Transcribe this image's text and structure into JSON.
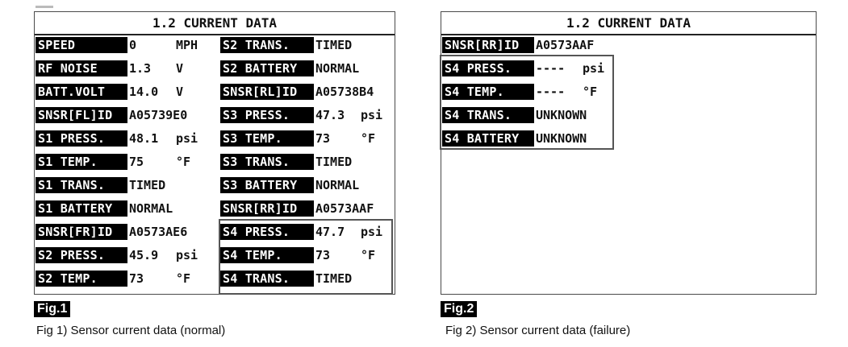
{
  "fig1": {
    "title": "1.2 CURRENT DATA",
    "left_rows": [
      {
        "label": "SPEED",
        "value": "0",
        "unit": "MPH"
      },
      {
        "label": "RF NOISE",
        "value": "1.3",
        "unit": "V"
      },
      {
        "label": "BATT.VOLT",
        "value": "14.0",
        "unit": "V"
      },
      {
        "label": "SNSR[FL]ID",
        "value": "A05739E0",
        "unit": ""
      },
      {
        "label": "S1 PRESS.",
        "value": "48.1",
        "unit": "psi"
      },
      {
        "label": "S1 TEMP.",
        "value": "75",
        "unit": "°F"
      },
      {
        "label": "S1 TRANS.",
        "value": "TIMED",
        "unit": ""
      },
      {
        "label": "S1 BATTERY",
        "value": "NORMAL",
        "unit": ""
      },
      {
        "label": "SNSR[FR]ID",
        "value": "A0573AE6",
        "unit": ""
      },
      {
        "label": "S2 PRESS.",
        "value": "45.9",
        "unit": "psi"
      },
      {
        "label": "S2 TEMP.",
        "value": "73",
        "unit": "°F"
      }
    ],
    "right_rows": [
      {
        "label": "S2 TRANS.",
        "value": "TIMED",
        "unit": ""
      },
      {
        "label": "S2 BATTERY",
        "value": "NORMAL",
        "unit": ""
      },
      {
        "label": "SNSR[RL]ID",
        "value": "A05738B4",
        "unit": ""
      },
      {
        "label": "S3 PRESS.",
        "value": "47.3",
        "unit": "psi"
      },
      {
        "label": "S3 TEMP.",
        "value": "73",
        "unit": "°F"
      },
      {
        "label": "S3 TRANS.",
        "value": "TIMED",
        "unit": ""
      },
      {
        "label": "S3 BATTERY",
        "value": "NORMAL",
        "unit": ""
      },
      {
        "label": "SNSR[RR]ID",
        "value": "A0573AAF",
        "unit": ""
      },
      {
        "label": "S4 PRESS.",
        "value": "47.7",
        "unit": "psi"
      },
      {
        "label": "S4 TEMP.",
        "value": "73",
        "unit": "°F"
      },
      {
        "label": "S4 TRANS.",
        "value": "TIMED",
        "unit": ""
      }
    ],
    "tag": "Fig.1",
    "caption": "Fig 1) Sensor current data (normal)"
  },
  "fig2": {
    "title": "1.2 CURRENT DATA",
    "rows": [
      {
        "label": "SNSR[RR]ID",
        "value": "A0573AAF",
        "unit": ""
      },
      {
        "label": "S4 PRESS.",
        "value": "----",
        "unit": "psi"
      },
      {
        "label": "S4 TEMP.",
        "value": "----",
        "unit": "°F"
      },
      {
        "label": "S4 TRANS.",
        "value": "UNKNOWN",
        "unit": ""
      },
      {
        "label": "S4 BATTERY",
        "value": "UNKNOWN",
        "unit": ""
      }
    ],
    "tag": "Fig.2",
    "caption": "Fig 2) Sensor current data (failure)"
  }
}
